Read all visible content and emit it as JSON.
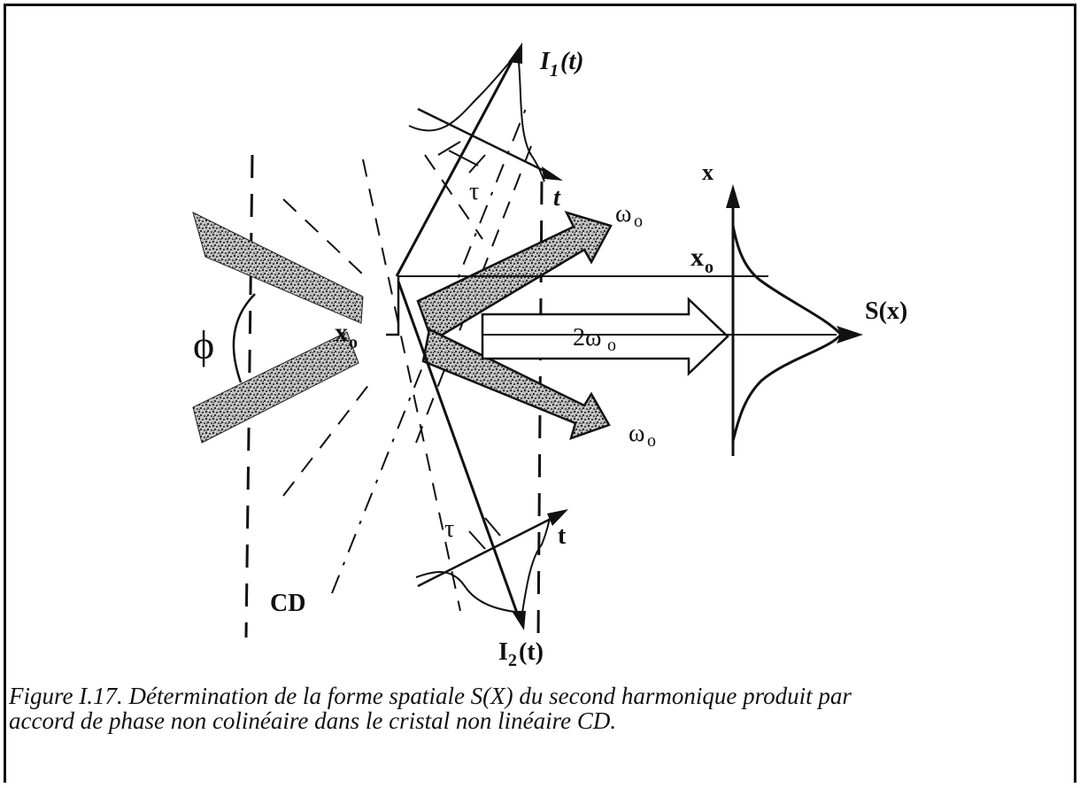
{
  "labels": {
    "I1": "I",
    "I1_sub": "1",
    "I1_arg": "(t)",
    "I2": "I",
    "I2_sub": "2",
    "I2_arg": "(t)",
    "t_top": "t",
    "t_bottom": "t",
    "tau_top": "τ",
    "tau_bottom": "τ",
    "omega_top": "ω",
    "omega_top_sub": "o",
    "omega_bottom": "ω",
    "omega_bottom_sub": "o",
    "two_omega": "2ω",
    "two_omega_sub": "o",
    "x_axis": "x",
    "x0_right": "x",
    "x0_right_sub": "o",
    "x0_center": "x",
    "x0_center_sub": "o",
    "S_of_x": "S(x)",
    "phi": "ϕ",
    "CD": "CD"
  },
  "caption": {
    "line1": "Figure I.17. Détermination de la forme spatiale S(X) du second harmonique produit par",
    "line2": "accord de phase non colinéaire dans le cristal non linéaire CD."
  },
  "colors": {
    "ink": "#111111",
    "beam_fill": "#9a9a9a"
  }
}
